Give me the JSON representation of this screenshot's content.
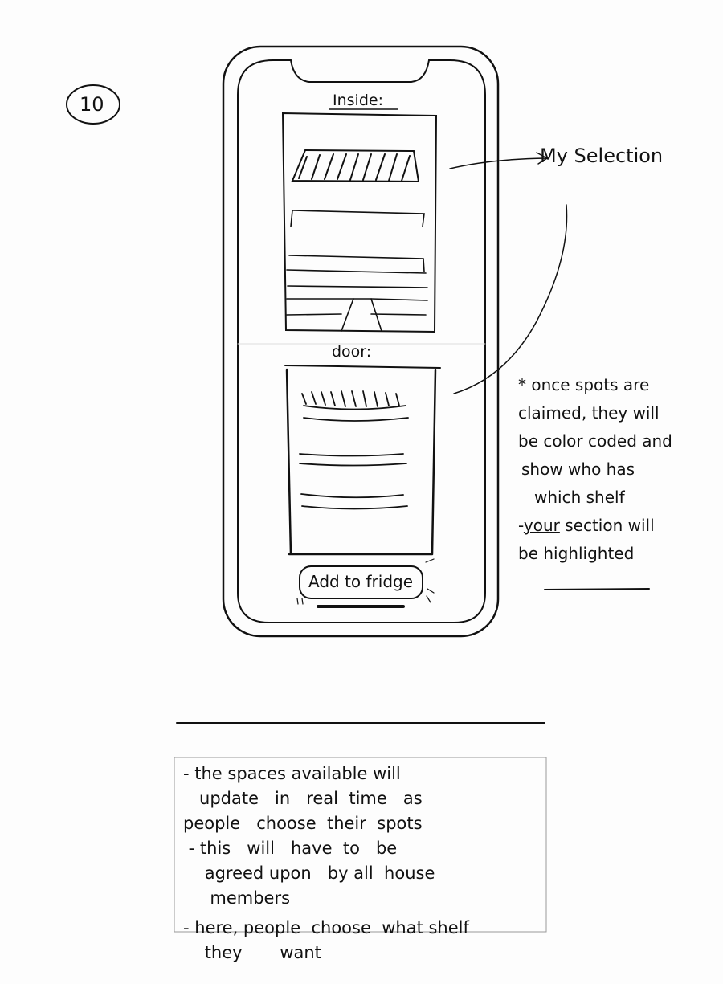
{
  "page_number": "10",
  "phone": {
    "inside_label": "Inside:",
    "door_label": "door:",
    "add_button_label": "Add to fridge"
  },
  "annotations": {
    "my_selection": "My Selection",
    "side_note_lines": [
      "* once spots are",
      "claimed, they will",
      "be color coded and",
      "show who has",
      "which shelf"
    ],
    "side_note_your": "your",
    "side_note_section": " section will",
    "side_note_dash": "-",
    "side_note_last_be": "be ",
    "side_note_highlighted": "highlighted"
  },
  "bottom_notes": {
    "boxed_lines": [
      "- the spaces available will",
      "   update   in   real  time   as",
      "people   choose  their  spots",
      " - this   will   have  to   be",
      "    agreed upon   by all  house",
      "     members"
    ],
    "extra_lines": [
      "- here, people  choose  what shelf",
      "    they       want"
    ]
  }
}
